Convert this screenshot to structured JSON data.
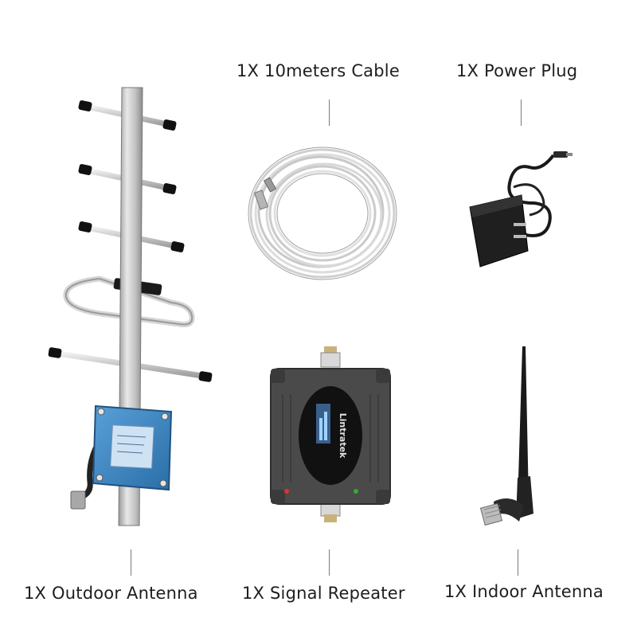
{
  "items": {
    "cable": {
      "label": "1X 10meters Cable"
    },
    "power_plug": {
      "label": "1X Power Plug"
    },
    "outdoor_antenna": {
      "label": "1X Outdoor Antenna"
    },
    "signal_repeater": {
      "label": "1X Signal Repeater",
      "brand": "Lintratek"
    },
    "indoor_antenna": {
      "label": "1X Indoor Antenna"
    }
  }
}
